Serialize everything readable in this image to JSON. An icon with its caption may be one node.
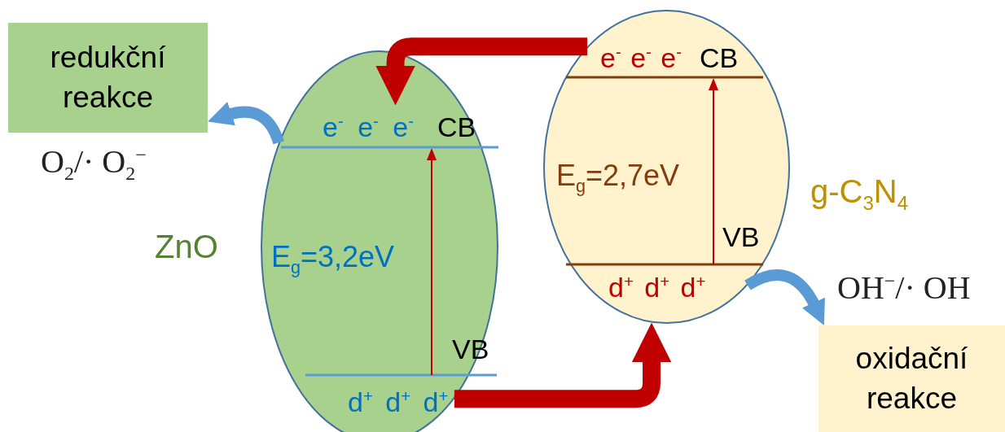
{
  "diagram": {
    "nodes": [
      {
        "text": [
          "redukční reakce"
        ],
        "beside": [
          "O$_{2}$/· O$_{2}$$^{−}$"
        ]
      },
      {
        "text": [
          "e$^{-}$ e$^{-}$ e$^{-}$",
          "CB",
          "E$_{g}$=3,2eV",
          "VB",
          "d$^{+}$ d$^{+}$ d$^{+}$"
        ],
        "beside": [
          "ZnO"
        ]
      },
      {
        "text": [
          "e$^{-}$ e$^{-}$ e$^{-}$",
          "CB",
          "E$_{g}$=2,7eV",
          "VB",
          "d$^{+}$ d$^{+}$ d$^{+}$"
        ],
        "beside": [
          "g-C$_{3}$N$_{4}$"
        ]
      },
      {
        "text": [
          "oxidační reakce"
        ],
        "beside": [
          "OH$^{−}$/· OH"
        ]
      }
    ],
    "edges": [
      {
        "from": 2,
        "to": 1,
        "arrow": "to",
        "color": "#c00000"
      },
      {
        "from": 1,
        "to": 2,
        "arrow": "to",
        "color": "#c00000"
      },
      {
        "from": 1,
        "to": 0,
        "arrow": "to",
        "color": "#5b9bd5"
      },
      {
        "from": 2,
        "to": 3,
        "arrow": "to",
        "color": "#5b9bd5"
      }
    ]
  }
}
